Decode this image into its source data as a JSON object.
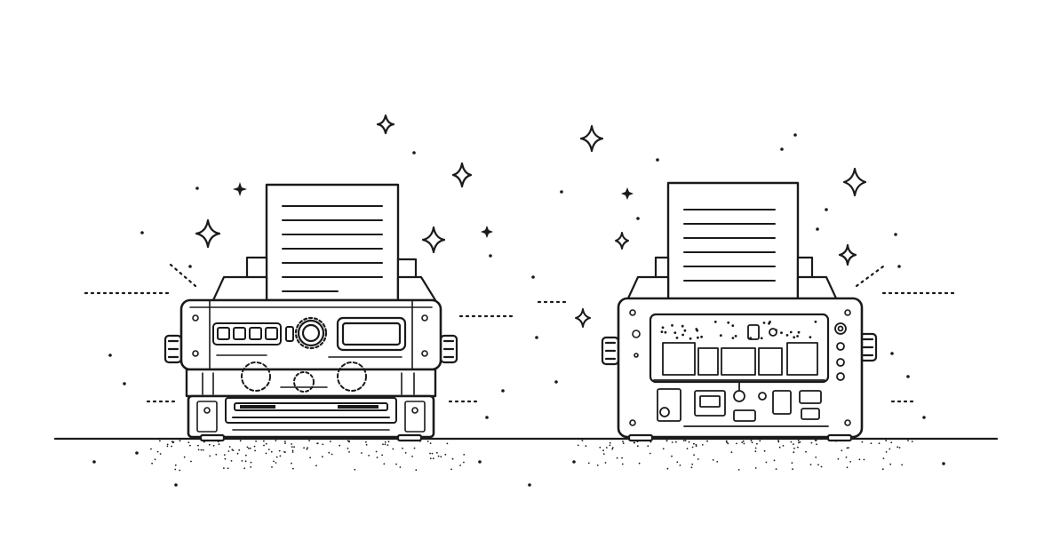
{
  "illustration": {
    "subject": "two printers",
    "style": "black ink line art on white",
    "colors": {
      "ink": "#1a1a1a",
      "paper": "#ffffff"
    },
    "printers": [
      {
        "view": "front",
        "icon": "printer-icon"
      },
      {
        "view": "back",
        "icon": "printer-icon"
      }
    ],
    "decorations": [
      "sparkle-icon",
      "dotted-line",
      "ground-line"
    ]
  }
}
